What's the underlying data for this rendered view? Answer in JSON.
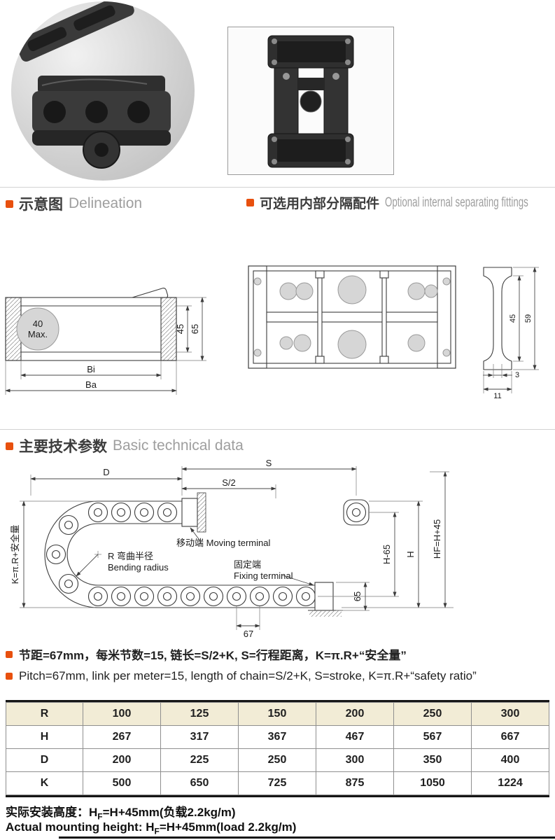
{
  "page": {
    "accent": "#e8500e",
    "table_header_bg": "#f2ecd6"
  },
  "sections": {
    "delineation": {
      "zh": "示意图",
      "en": "Delineation"
    },
    "separators": {
      "zh": "可选用内部分隔配件",
      "en": "Optional internal separating fittings"
    },
    "technical": {
      "zh": "主要技术参数",
      "en": "Basic technical data"
    }
  },
  "side_view": {
    "max_line1": "40",
    "max_line2": "Max.",
    "dim_inner_height": "45",
    "dim_outer_height": "65",
    "dim_inner_width": "Bi",
    "dim_outer_width": "Ba"
  },
  "separator_profile": {
    "dim_inner": "45",
    "dim_outer": "59",
    "dim_thickness": "3",
    "dim_width": "11"
  },
  "bend_diagram": {
    "dim_d": "D",
    "dim_s": "S",
    "dim_s_half": "S/2",
    "moving_terminal": "移动端 Moving terminal",
    "bending_radius_zh": "R 弯曲半径",
    "bending_radius_en": "Bending radius",
    "fixing_terminal_zh": "固定端",
    "fixing_terminal_en": "Fixing terminal",
    "dim_h_minus_65": "H-65",
    "dim_h": "H",
    "dim_hf": "HF=H+45",
    "dim_65": "65",
    "dim_67": "67",
    "dim_k": "K=π.R+安全量"
  },
  "notes": {
    "zh": "节距=67mm，每米节数=15, 链长=S/2+K, S=行程距离，K=π.R+“安全量”",
    "en": "Pitch=67mm, link per meter=15, length of chain=S/2+K, S=stroke, K=π.R+“safety ratio”"
  },
  "table": {
    "rows": [
      {
        "label": "R",
        "values": [
          "100",
          "125",
          "150",
          "200",
          "250",
          "300"
        ]
      },
      {
        "label": "H",
        "values": [
          "267",
          "317",
          "367",
          "467",
          "567",
          "667"
        ]
      },
      {
        "label": "D",
        "values": [
          "200",
          "225",
          "250",
          "300",
          "350",
          "400"
        ]
      },
      {
        "label": "K",
        "values": [
          "500",
          "650",
          "725",
          "875",
          "1050",
          "1224"
        ]
      }
    ]
  },
  "footer": {
    "zh": {
      "pre": "实际安装高度：H",
      "sub": "F",
      "post": "=H+45mm(负载2.2kg/m)"
    },
    "en": {
      "pre": "Actual mounting height: H",
      "sub": "F",
      "post": "=H+45mm(load 2.2kg/m)"
    }
  }
}
